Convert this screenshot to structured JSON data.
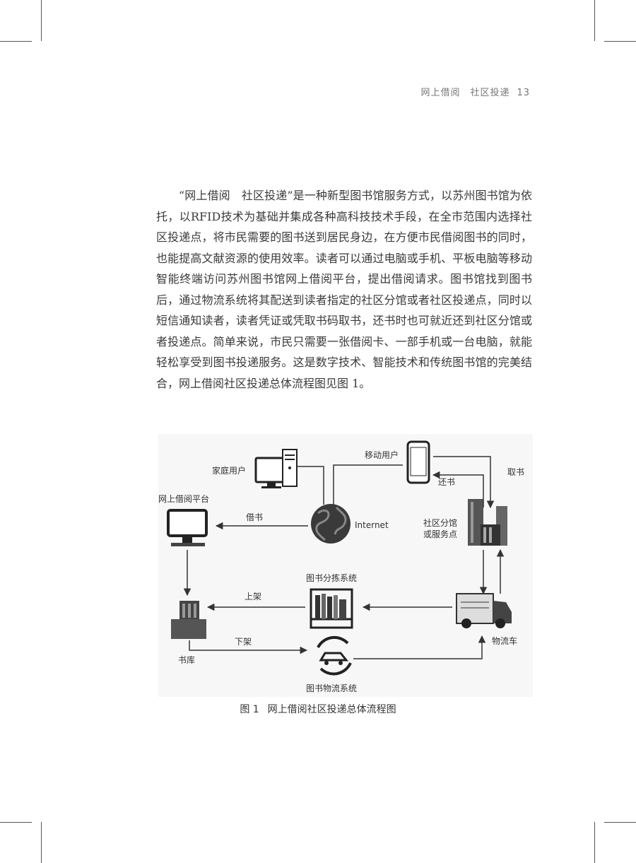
{
  "header": {
    "title": "网上借阅　社区投递",
    "page_number": "13"
  },
  "body_text": "“网上借阅　社区投递”是一种新型图书馆服务方式，以苏州图书馆为依托，以RFID技术为基础并集成各种高科技技术手段，在全市范围内选择社区投递点，将市民需要的图书送到居民身边，在方便市民借阅图书的同时，也能提高文献资源的使用效率。读者可以通过电脑或手机、平板电脑等移动智能终端访问苏州图书馆网上借阅平台，提出借阅请求。图书馆找到图书后，通过物流系统将其配送到读者指定的社区分馆或者社区投递点，同时以短信通知读者，读者凭证或凭取书码取书，还书时也可就近还到社区分馆或者投递点。简单来说，市民只需要一张借阅卡、一部手机或一台电脑，就能轻松享受到图书投递服务。这是数字技术、智能技术和传统图书馆的完美结合，网上借阅社区投递总体流程图见图 1。",
  "figure": {
    "labels": {
      "home_user": "家庭用户",
      "mobile_user": "移动用户",
      "return_book": "还书",
      "pickup": "取书",
      "platform": "网上借阅平台",
      "borrow": "借书",
      "internet": "Internet",
      "community_line1": "社区分馆",
      "community_line2": "或服务点",
      "sorting": "图书分拣系统",
      "shelve": "上架",
      "unshelve": "下架",
      "stacks": "书库",
      "truck": "物流车",
      "logistics": "图书物流系统"
    },
    "caption_number": "图 1",
    "caption_title": "网上借阅社区投递总体流程图"
  }
}
